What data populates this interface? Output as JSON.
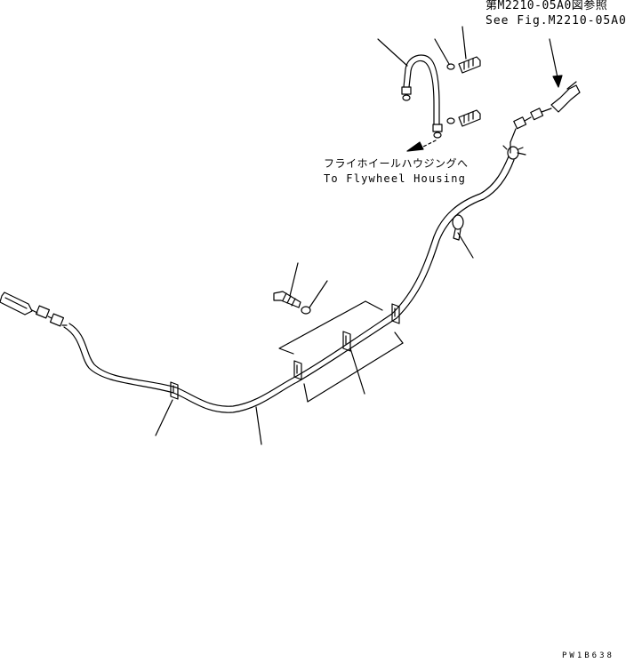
{
  "references": {
    "see_fig_jp": "第M2210-05A0図参照",
    "see_fig_en": "See Fig.M2210-05A0"
  },
  "destination": {
    "flywheel_jp": "フライホイールハウジングへ",
    "flywheel_en": "To Flywheel Housing"
  },
  "drawing_code": "PW1B638",
  "colors": {
    "line": "#000000",
    "background": "#ffffff"
  }
}
